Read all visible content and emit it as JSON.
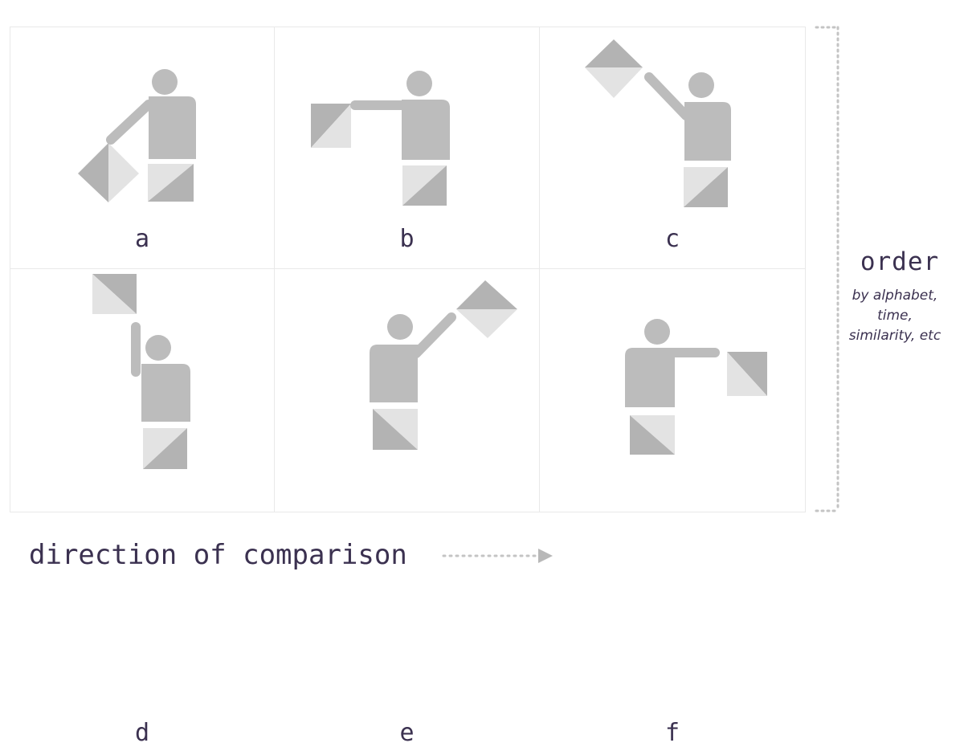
{
  "cells": [
    {
      "label": "a"
    },
    {
      "label": "b"
    },
    {
      "label": "c"
    },
    {
      "label": "d"
    },
    {
      "label": "e"
    },
    {
      "label": "f"
    }
  ],
  "order": {
    "title": "order",
    "note_lines": [
      "by alphabet,",
      "time,",
      "similarity, etc"
    ]
  },
  "direction": {
    "label": "direction of comparison"
  },
  "colors": {
    "text": "#3b3150",
    "figure": "#bcbcbc",
    "flag_dark": "#b3b3b3",
    "flag_light": "#e3e3e3",
    "grid_line": "#e9e9e9",
    "dots": "#c4c4c4"
  }
}
